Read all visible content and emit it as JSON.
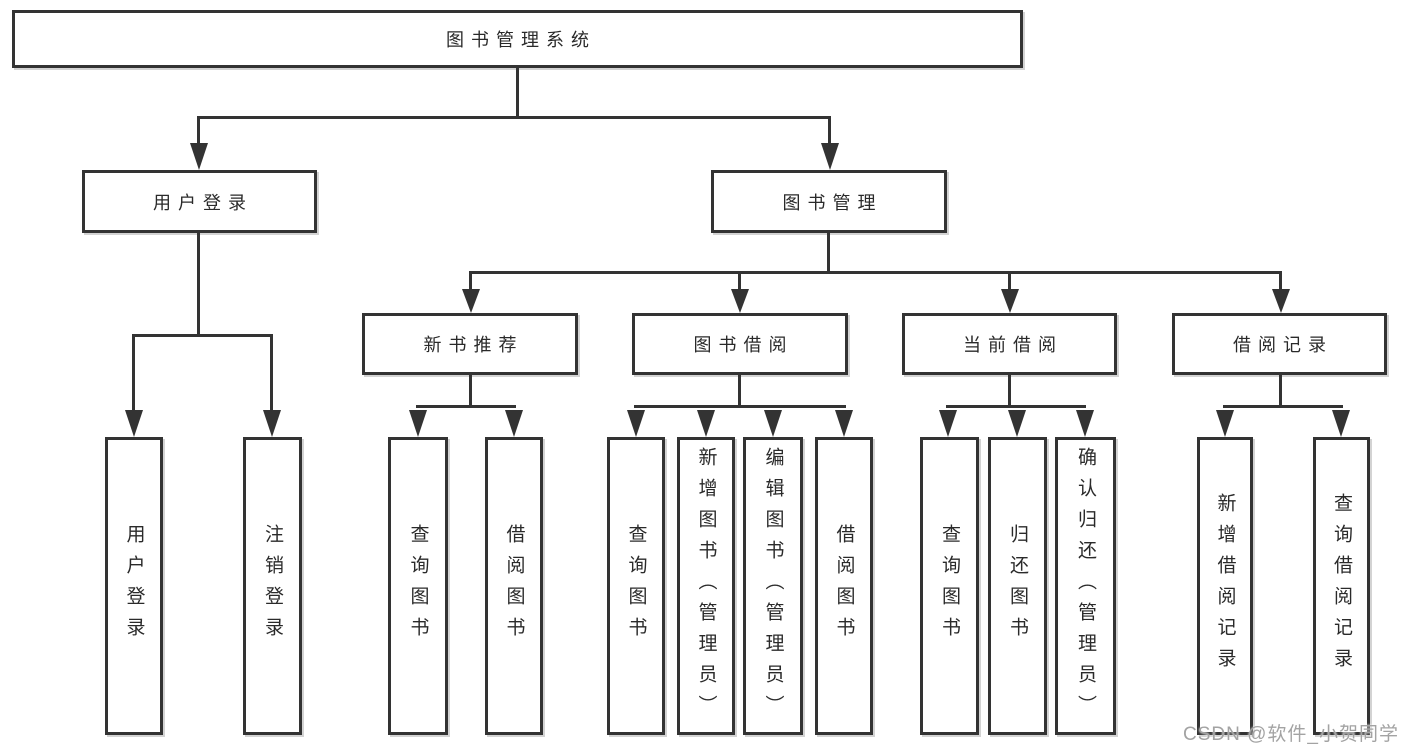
{
  "watermark": "CSDN @软件_小贺同学",
  "colors": {
    "line": "#333333",
    "text": "#2a2a2a",
    "box_background": "#ffffff",
    "watermark": "#a3a3a3"
  },
  "tree": {
    "root": "图书管理系统",
    "user_login": {
      "label": "用户登录",
      "children": [
        "用户登录",
        "注销登录"
      ]
    },
    "book_management": {
      "label": "图书管理",
      "sections": {
        "new_book_recommend": {
          "label": "新书推荐",
          "children": [
            "查询图书",
            "借阅图书"
          ]
        },
        "book_borrow": {
          "label": "图书借阅",
          "children": [
            "查询图书",
            "新增图书（管理员）",
            "编辑图书（管理员）",
            "借阅图书"
          ]
        },
        "current_borrow": {
          "label": "当前借阅",
          "children": [
            "查询图书",
            "归还图书",
            "确认归还（管理员）"
          ]
        },
        "borrow_record": {
          "label": "借阅记录",
          "children": [
            "新增借阅记录",
            "查询借阅记录"
          ]
        }
      }
    }
  }
}
